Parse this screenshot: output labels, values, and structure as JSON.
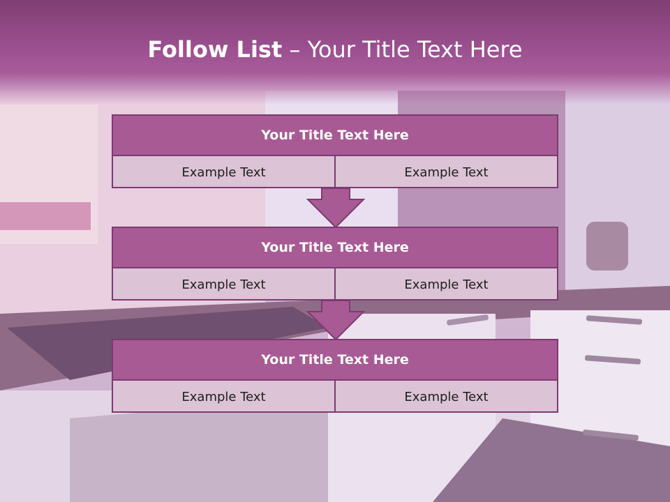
{
  "title": {
    "bold": "Follow List",
    "rest": "– Your Title Text Here"
  },
  "steps": [
    {
      "title": "Your Title Text Here",
      "left": "Example Text",
      "right": "Example Text"
    },
    {
      "title": "Your Title Text Here",
      "left": "Example Text",
      "right": "Example Text"
    },
    {
      "title": "Your Title Text Here",
      "left": "Example Text",
      "right": "Example Text"
    }
  ],
  "colors": {
    "header": "#9b4f8f",
    "box_head": "#a85a94",
    "box_border": "#7c3a70",
    "box_body": "#dcc3d6"
  }
}
